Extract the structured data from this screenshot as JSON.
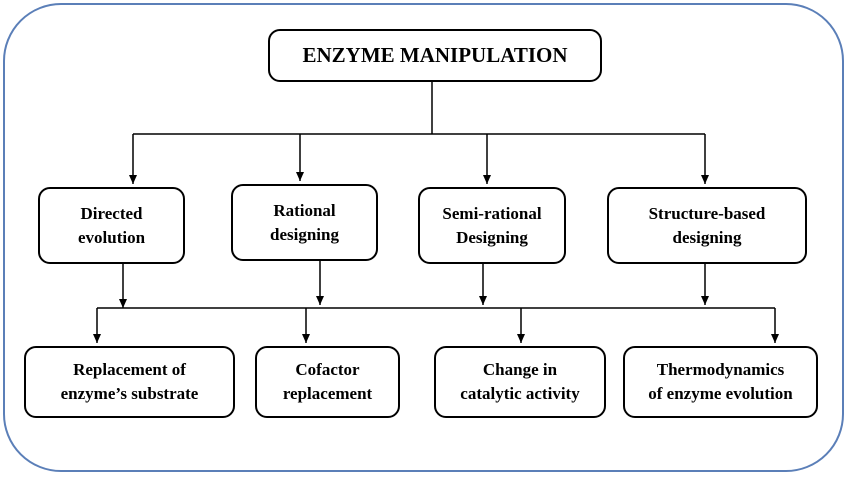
{
  "title": "ENZYME MANIPULATION",
  "methods": [
    "Directed\nevolution",
    "Rational\ndesigning",
    "Semi-rational\nDesigning",
    "Structure-based\ndesigning"
  ],
  "outcomes": [
    "Replacement of\nenzyme’s substrate",
    "Cofactor\nreplacement",
    "Change in\ncatalytic activity",
    "Thermodynamics\nof enzyme evolution"
  ],
  "colors": {
    "frame": "#5b7fb8",
    "line": "#000000",
    "box_border": "#000000"
  }
}
